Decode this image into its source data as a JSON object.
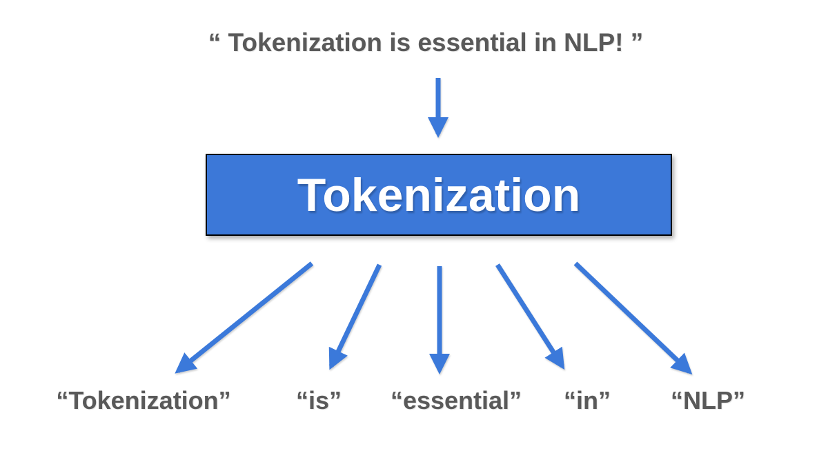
{
  "diagram": {
    "input_sentence": "“ Tokenization is essential in NLP! ”",
    "process_box": {
      "label": "Tokenization",
      "fill_color": "#3c78d8",
      "border_color": "#000000",
      "text_color": "#ffffff"
    },
    "arrow_color": "#3b79da",
    "token_text_color": "#595959",
    "background_color": "#ffffff",
    "tokens": [
      {
        "label": "“Tokenization”"
      },
      {
        "label": "“is”"
      },
      {
        "label": "“essential”"
      },
      {
        "label": "“in”"
      },
      {
        "label": "“NLP”"
      }
    ]
  }
}
